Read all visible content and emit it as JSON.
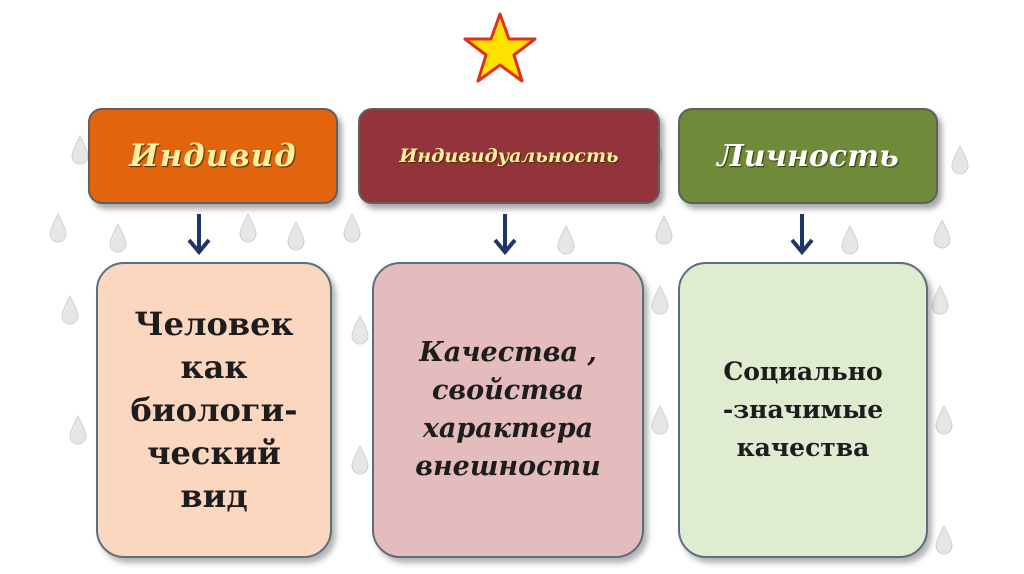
{
  "headers": [
    {
      "label": "Индивид",
      "color": "#e2650e"
    },
    {
      "label": "Индивидуальность",
      "color": "#93333a"
    },
    {
      "label": "Личность",
      "color": "#6f8b3a"
    }
  ],
  "cards": [
    {
      "text": "Человек\nкак\nбиологи-\nческий\nвид",
      "color": "#fbd7bf"
    },
    {
      "text": "Качества ,\nсвойства\nхарактера\nвнешности",
      "color": "#e5bcbe"
    },
    {
      "text": "Социально\n-значимые\nкачества",
      "color": "#e0ecd0"
    }
  ],
  "colors": {
    "star_fill": "#ffe100",
    "star_stroke": "#e0301e",
    "arrow": "#1f3569"
  },
  "icons": {
    "star": "star-icon",
    "arrow": "arrow-down-icon",
    "background": "water-drop-icon"
  }
}
